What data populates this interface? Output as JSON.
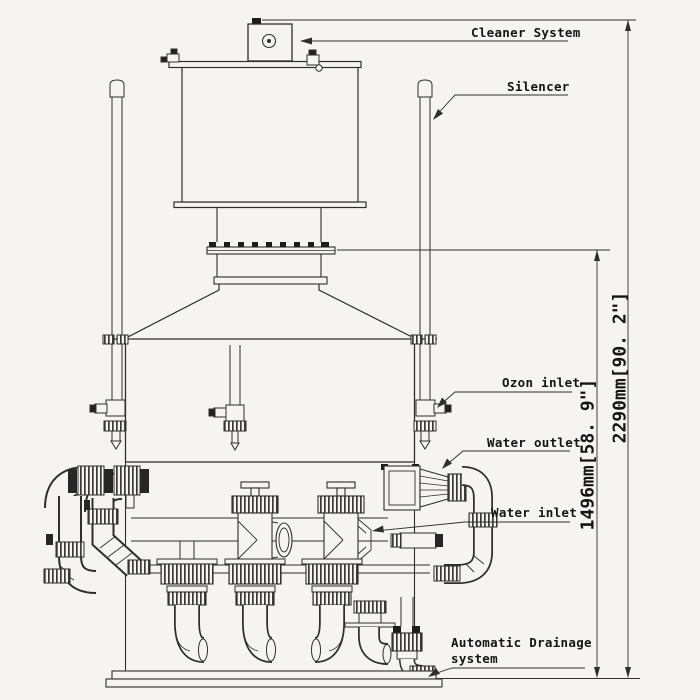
{
  "drawing": {
    "labels": {
      "cleaner_system": "Cleaner System",
      "silencer": "Silencer",
      "ozon_inlet": "Ozon inlet",
      "water_outlet": "Water outlet",
      "water_inlet": "Water inlet",
      "auto_drainage_line1": "Automatic Drainage",
      "auto_drainage_line2": "system"
    },
    "dimensions": {
      "overall_height": "2290mm[90. 2\"]",
      "body_height": "1496mm[58. 9\"]"
    },
    "colors": {
      "line": "#2e2e2e",
      "background": "#f5f4f1",
      "text": "#141414"
    }
  }
}
